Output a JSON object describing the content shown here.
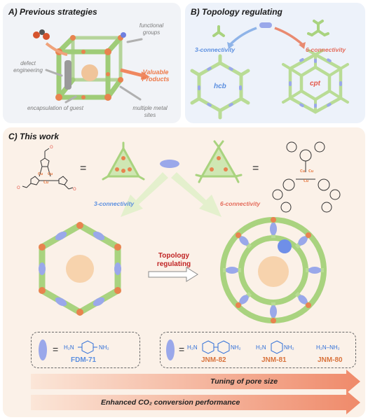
{
  "panelA": {
    "title": "A) Previous strategies",
    "labels": {
      "functional_groups": "functional groups",
      "defect_engineering": "defect engineering",
      "valuable_products": "Valuable Products",
      "encapsulation": "encapsulation of guest",
      "multiple_metal": "multiple metal sites"
    }
  },
  "panelB": {
    "title": "B) Topology regulating",
    "conn3": "3-connectivity",
    "conn6": "6-connectivity",
    "net_hcb": "hcb",
    "net_cpt": "cpt"
  },
  "panelC": {
    "title": "C) This work",
    "equals": "=",
    "conn3": "3-connectivity",
    "conn6": "6-connectivity",
    "topology": "Topology regulating",
    "fdm_box": {
      "name": "FDM-71",
      "h2n": "H₂N",
      "nh2": "NH₂"
    },
    "jnm_box": {
      "items": [
        {
          "name": "JNM-82",
          "h2n": "H₂N",
          "nh2": "NH₂"
        },
        {
          "name": "JNM-81",
          "h2n": "H₂N",
          "nh2": "NH₂"
        },
        {
          "name": "JNM-80",
          "formula": "H₂N–NH₂"
        }
      ]
    },
    "arrow1": "Tuning of pore size",
    "arrow2": "Enhanced CO₂ conversion performance"
  },
  "colors": {
    "green": "#a9d37f",
    "blue_linker": "#9aa8ea",
    "orange_node": "#e8834f",
    "orange_text": "#d9743d",
    "blue_text": "#5b8fe0"
  }
}
